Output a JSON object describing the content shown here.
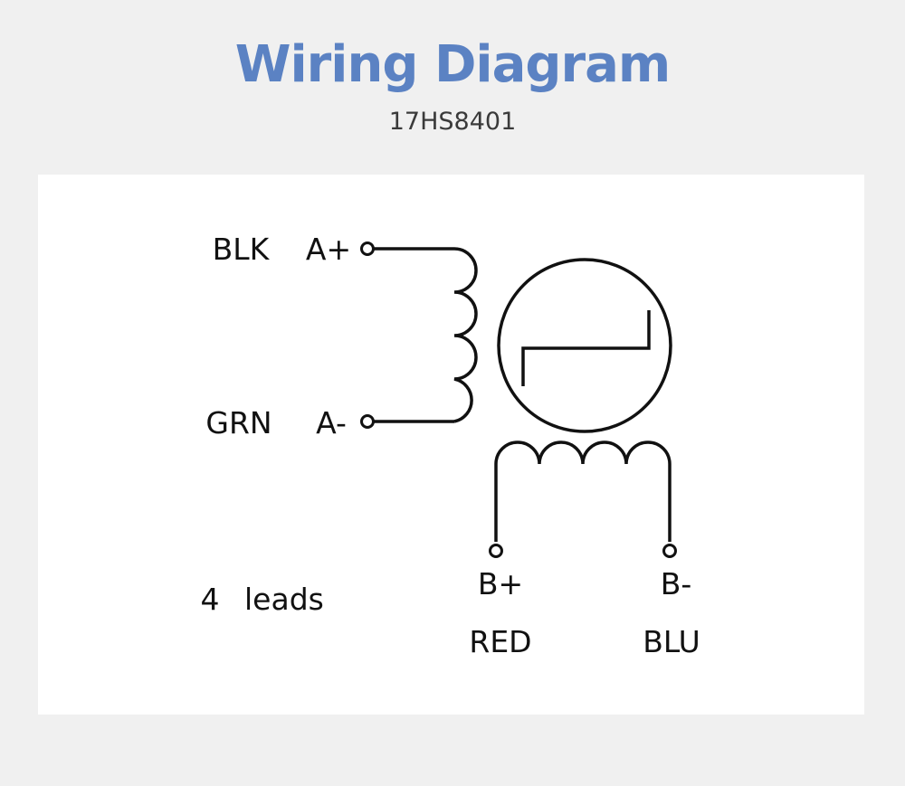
{
  "header": {
    "title": "Wiring Diagram",
    "model": "17HS8401"
  },
  "colors": {
    "title": "#5b82c3",
    "background": "#f0f0f0",
    "panel": "#ffffff",
    "line": "#111111"
  },
  "phase_a": {
    "top": {
      "wire_color": "BLK",
      "terminal": "A+"
    },
    "bottom": {
      "wire_color": "GRN",
      "terminal": "A-"
    }
  },
  "phase_b": {
    "left": {
      "terminal": "B+",
      "wire_color": "RED"
    },
    "right": {
      "terminal": "B-",
      "wire_color": "BLU"
    }
  },
  "leads": {
    "count": "4",
    "label": "leads"
  }
}
